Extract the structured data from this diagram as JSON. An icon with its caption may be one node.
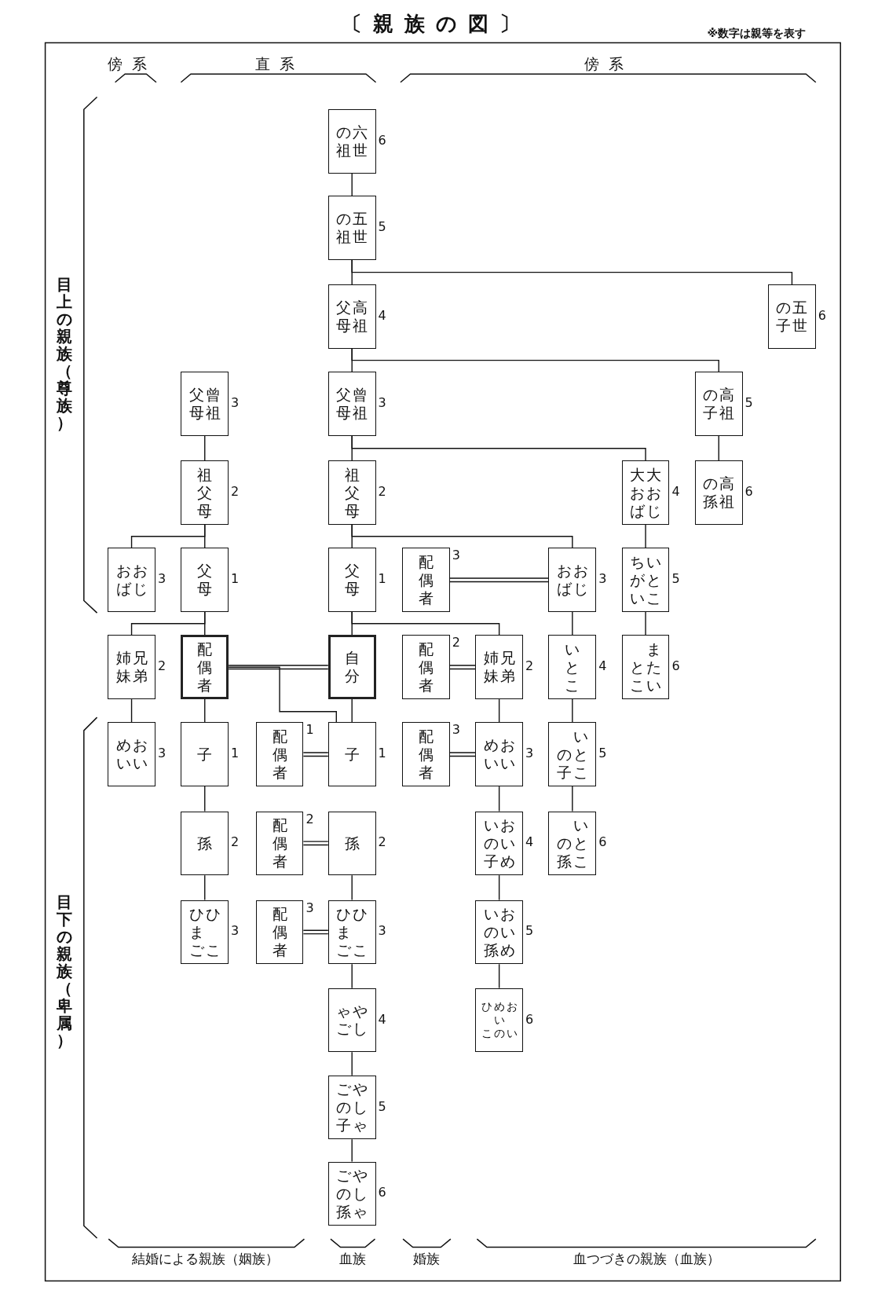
{
  "diagram": {
    "title": "〔親族の図〕",
    "nodes": [
      {
        "text": [
          "六世の祖"
        ],
        "beside": [
          "6"
        ]
      },
      {
        "text": [
          "五世の祖"
        ],
        "beside": [
          "5"
        ]
      },
      {
        "text": [
          "高祖父母"
        ],
        "beside": [
          "4"
        ]
      },
      {
        "text": [
          "五世の子"
        ],
        "beside": [
          "6"
        ]
      },
      {
        "text": [
          "曾祖父母"
        ],
        "beside": [
          "3"
        ]
      },
      {
        "text": [
          "曾祖父母"
        ],
        "beside": [
          "3"
        ]
      },
      {
        "text": [
          "高祖の子"
        ],
        "beside": [
          "5"
        ]
      },
      {
        "text": [
          "祖父母"
        ],
        "beside": [
          "2"
        ]
      },
      {
        "text": [
          "祖父母"
        ],
        "beside": [
          "2"
        ]
      },
      {
        "text": [
          "大おじ大おば"
        ],
        "beside": [
          "4"
        ]
      },
      {
        "text": [
          "高祖の孫"
        ],
        "beside": [
          "6"
        ]
      },
      {
        "text": [
          "おじおば"
        ],
        "beside": [
          "3"
        ]
      },
      {
        "text": [
          "父母"
        ],
        "beside": [
          "1"
        ]
      },
      {
        "text": [
          "父母"
        ],
        "beside": [
          "1"
        ]
      },
      {
        "text": [
          "配偶者"
        ],
        "beside": [
          "3"
        ]
      },
      {
        "text": [
          "おじおば"
        ],
        "beside": [
          "3"
        ]
      },
      {
        "text": [
          "いとこちがい"
        ],
        "beside": [
          "5"
        ]
      },
      {
        "text": [
          "兄弟姉妹"
        ],
        "beside": [
          "2"
        ]
      },
      {
        "text": [
          "配偶者"
        ]
      },
      {
        "text": [
          "自分"
        ]
      },
      {
        "text": [
          "配偶者"
        ],
        "beside": [
          "2"
        ]
      },
      {
        "text": [
          "兄弟姉妹"
        ],
        "beside": [
          "2"
        ]
      },
      {
        "text": [
          "いとこ"
        ],
        "beside": [
          "4"
        ]
      },
      {
        "text": [
          "またいとこ"
        ],
        "beside": [
          "6"
        ]
      },
      {
        "text": [
          "おいめい"
        ],
        "beside": [
          "3"
        ]
      },
      {
        "text": [
          "子"
        ],
        "beside": [
          "1"
        ]
      },
      {
        "text": [
          "配偶者"
        ],
        "beside": [
          "1"
        ]
      },
      {
        "text": [
          "子"
        ],
        "beside": [
          "1"
        ]
      },
      {
        "text": [
          "配偶者"
        ],
        "beside": [
          "3"
        ]
      },
      {
        "text": [
          "おいめい"
        ],
        "beside": [
          "3"
        ]
      },
      {
        "text": [
          "いとこの子"
        ],
        "beside": [
          "5"
        ]
      },
      {
        "text": [
          "孫"
        ],
        "beside": [
          "2"
        ]
      },
      {
        "text": [
          "配偶者"
        ],
        "beside": [
          "2"
        ]
      },
      {
        "text": [
          "孫"
        ],
        "beside": [
          "2"
        ]
      },
      {
        "text": [
          "おいめいの子"
        ],
        "beside": [
          "4"
        ]
      },
      {
        "text": [
          "いとこの孫"
        ],
        "beside": [
          "6"
        ]
      },
      {
        "text": [
          "ひこひまご"
        ],
        "beside": [
          "3"
        ]
      },
      {
        "text": [
          "配偶者"
        ],
        "beside": [
          "3"
        ]
      },
      {
        "text": [
          "ひこひまご"
        ],
        "beside": [
          "3"
        ]
      },
      {
        "text": [
          "おいめいの孫"
        ],
        "beside": [
          "5"
        ]
      },
      {
        "text": [
          "やしゃご"
        ],
        "beside": [
          "4"
        ]
      },
      {
        "text": [
          "おいめいのひこ"
        ],
        "beside": [
          "6"
        ]
      },
      {
        "text": [
          "やしゃごの子"
        ],
        "beside": [
          "5"
        ]
      },
      {
        "text": [
          "やしゃごの孫"
        ],
        "beside": [
          "6"
        ]
      }
    ],
    "edges": [
      {
        "from": 0,
        "to": 1,
        "arrow": "none"
      },
      {
        "from": 1,
        "to": 2,
        "arrow": "none"
      },
      {
        "from": 1,
        "to": 3,
        "arrow": "none"
      },
      {
        "from": 2,
        "to": 5,
        "arrow": "none"
      },
      {
        "from": 2,
        "to": 6,
        "arrow": "none"
      },
      {
        "from": 6,
        "to": 10,
        "arrow": "none"
      },
      {
        "from": 4,
        "to": 7,
        "arrow": "none"
      },
      {
        "from": 5,
        "to": 8,
        "arrow": "none"
      },
      {
        "from": 5,
        "to": 9,
        "arrow": "none"
      },
      {
        "from": 9,
        "to": 16,
        "arrow": "none"
      },
      {
        "from": 16,
        "to": 23,
        "arrow": "none"
      },
      {
        "from": 7,
        "to": 11,
        "arrow": "none"
      },
      {
        "from": 7,
        "to": 12,
        "arrow": "none"
      },
      {
        "from": 8,
        "to": 13,
        "arrow": "none"
      },
      {
        "from": 8,
        "to": 15,
        "arrow": "none"
      },
      {
        "from": 14,
        "to": 15,
        "arrow": "none"
      },
      {
        "from": 15,
        "to": 22,
        "arrow": "none"
      },
      {
        "from": 22,
        "to": 30,
        "arrow": "none"
      },
      {
        "from": 30,
        "to": 35,
        "arrow": "none"
      },
      {
        "from": 12,
        "to": 17,
        "arrow": "none"
      },
      {
        "from": 12,
        "to": 18,
        "arrow": "none"
      },
      {
        "from": 13,
        "to": 19,
        "arrow": "none"
      },
      {
        "from": 13,
        "to": 21,
        "arrow": "none"
      },
      {
        "from": 17,
        "to": 24,
        "arrow": "none"
      },
      {
        "from": 18,
        "to": 19,
        "arrow": "none"
      },
      {
        "from": 20,
        "to": 21,
        "arrow": "none"
      },
      {
        "from": 21,
        "to": 29,
        "arrow": "none"
      },
      {
        "from": 18,
        "to": 25,
        "arrow": "none"
      },
      {
        "from": 18,
        "to": 27,
        "arrow": "none"
      },
      {
        "from": 19,
        "to": 27,
        "arrow": "none"
      },
      {
        "from": 25,
        "to": 31,
        "arrow": "none"
      },
      {
        "from": 26,
        "to": 27,
        "arrow": "none"
      },
      {
        "from": 28,
        "to": 29,
        "arrow": "none"
      },
      {
        "from": 29,
        "to": 34,
        "arrow": "none"
      },
      {
        "from": 31,
        "to": 36,
        "arrow": "none"
      },
      {
        "from": 32,
        "to": 33,
        "arrow": "none"
      },
      {
        "from": 33,
        "to": 38,
        "arrow": "none"
      },
      {
        "from": 34,
        "to": 39,
        "arrow": "none"
      },
      {
        "from": 37,
        "to": 38,
        "arrow": "none"
      },
      {
        "from": 38,
        "to": 40,
        "arrow": "none"
      },
      {
        "from": 39,
        "to": 41,
        "arrow": "none"
      },
      {
        "from": 40,
        "to": 42,
        "arrow": "none"
      },
      {
        "from": 42,
        "to": 43,
        "arrow": "none"
      }
    ],
    "labels": [
      "※数字は親等を表す",
      "傍系",
      "直系",
      "傍系",
      "目上の親族（尊族）",
      "目下の親族（卑属）",
      "結婚による親族（姻族）",
      "血族",
      "婚族",
      "血つづきの親族（血族）"
    ]
  }
}
